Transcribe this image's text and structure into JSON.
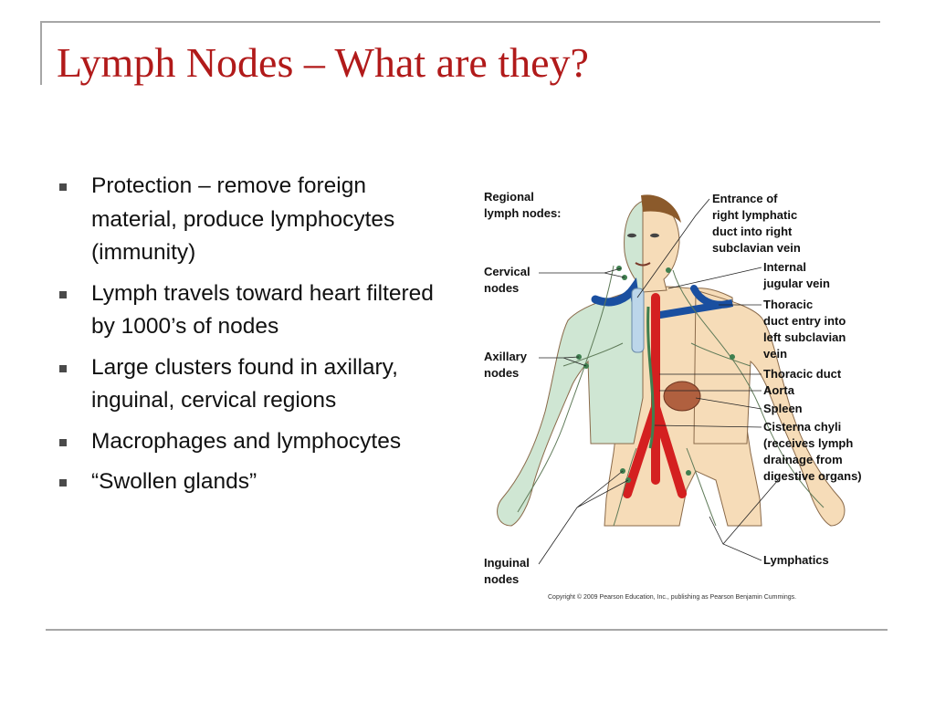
{
  "slide": {
    "title": "Lymph Nodes – What are they?",
    "bullets": [
      "Protection – remove foreign material, produce lymphocytes (immunity)",
      "Lymph travels toward heart filtered by 1000’s of nodes",
      "Large clusters found in axillary, inguinal, cervical regions",
      "Macrophages and lymphocytes",
      "“Swollen glands”"
    ]
  },
  "figure": {
    "heading": [
      "Regional",
      "lymph nodes:"
    ],
    "left_labels": {
      "cervical": [
        "Cervical",
        "nodes"
      ],
      "axillary": [
        "Axillary",
        "nodes"
      ],
      "inguinal": [
        "Inguinal",
        "nodes"
      ]
    },
    "right_labels": {
      "entrance": [
        "Entrance of",
        "right lymphatic",
        "duct into right",
        "subclavian vein"
      ],
      "internal": [
        "Internal",
        "jugular vein"
      ],
      "thoracic_entry": [
        "Thoracic",
        "duct entry into",
        "left subclavian",
        "vein"
      ],
      "thoracic_duct": "Thoracic duct",
      "aorta": "Aorta",
      "spleen": "Spleen",
      "cisterna": [
        "Cisterna chyli",
        "(receives lymph",
        "drainage from",
        "digestive organs)"
      ],
      "lymphatics": "Lymphatics"
    },
    "copyright": "Copyright © 2009 Pearson Education, Inc., publishing as Pearson Benjamin Cummings.",
    "colors": {
      "lymph_region": "#cfe6d3",
      "skin": "#f6dcb8",
      "hair": "#8b5a2b",
      "vein": "#1a4fa0",
      "artery": "#d42020",
      "spleen": "#b0603f",
      "lymph_vessel": "#3f7f4f"
    }
  }
}
